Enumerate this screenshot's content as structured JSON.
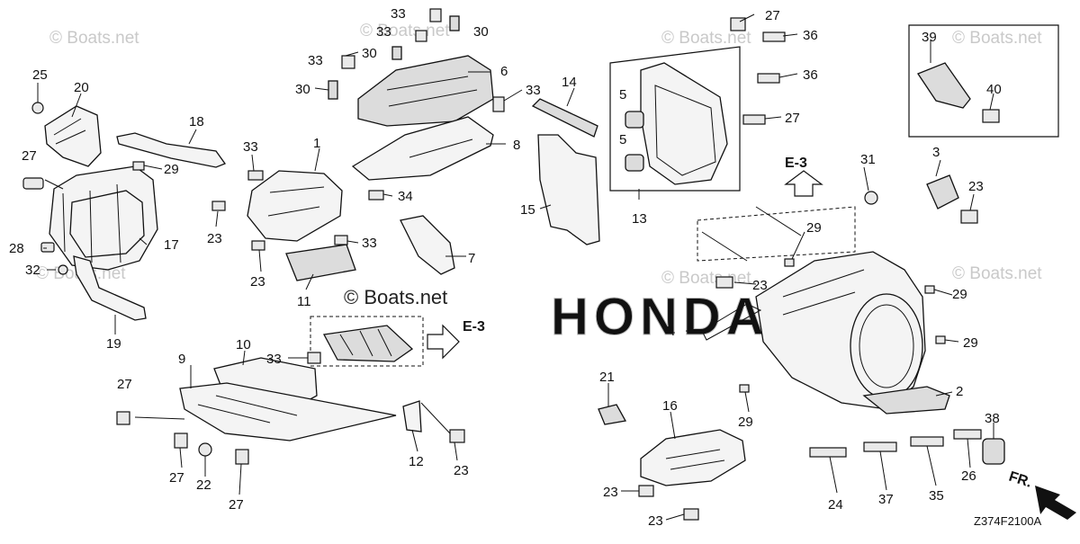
{
  "watermark": {
    "text": "© Boats.net",
    "center_text": "© Boats.net",
    "honda_text": "HONDA"
  },
  "diagram_code": "Z374F2100A",
  "arrows": {
    "e3_label": "E-3",
    "front_label": "FR."
  },
  "callouts": {
    "c1": "1",
    "c2": "2",
    "c3": "3",
    "c4": "4",
    "c5a": "5",
    "c5b": "5",
    "c6": "6",
    "c7": "7",
    "c8": "8",
    "c9": "9",
    "c10": "10",
    "c11": "11",
    "c12": "12",
    "c13": "13",
    "c14": "14",
    "c15": "15",
    "c16": "16",
    "c17": "17",
    "c18": "18",
    "c19": "19",
    "c20": "20",
    "c21": "21",
    "c22": "22",
    "c23a": "23",
    "c23b": "23",
    "c23c": "23",
    "c23d": "23",
    "c23e": "23",
    "c23f": "23",
    "c23g": "23",
    "c24": "24",
    "c25": "25",
    "c26": "26",
    "c27a": "27",
    "c27b": "27",
    "c27c": "27",
    "c27d": "27",
    "c27e": "27",
    "c27f": "27",
    "c28": "28",
    "c29a": "29",
    "c29b": "29",
    "c29c": "29",
    "c29d": "29",
    "c29e": "29",
    "c30a": "30",
    "c30b": "30",
    "c30c": "30",
    "c31": "31",
    "c32": "32",
    "c33a": "33",
    "c33b": "33",
    "c33c": "33",
    "c33d": "33",
    "c33e": "33",
    "c33f": "33",
    "c34": "34",
    "c35": "35",
    "c36a": "36",
    "c36b": "36",
    "c37": "37",
    "c38": "38",
    "c39": "39",
    "c40": "40"
  }
}
